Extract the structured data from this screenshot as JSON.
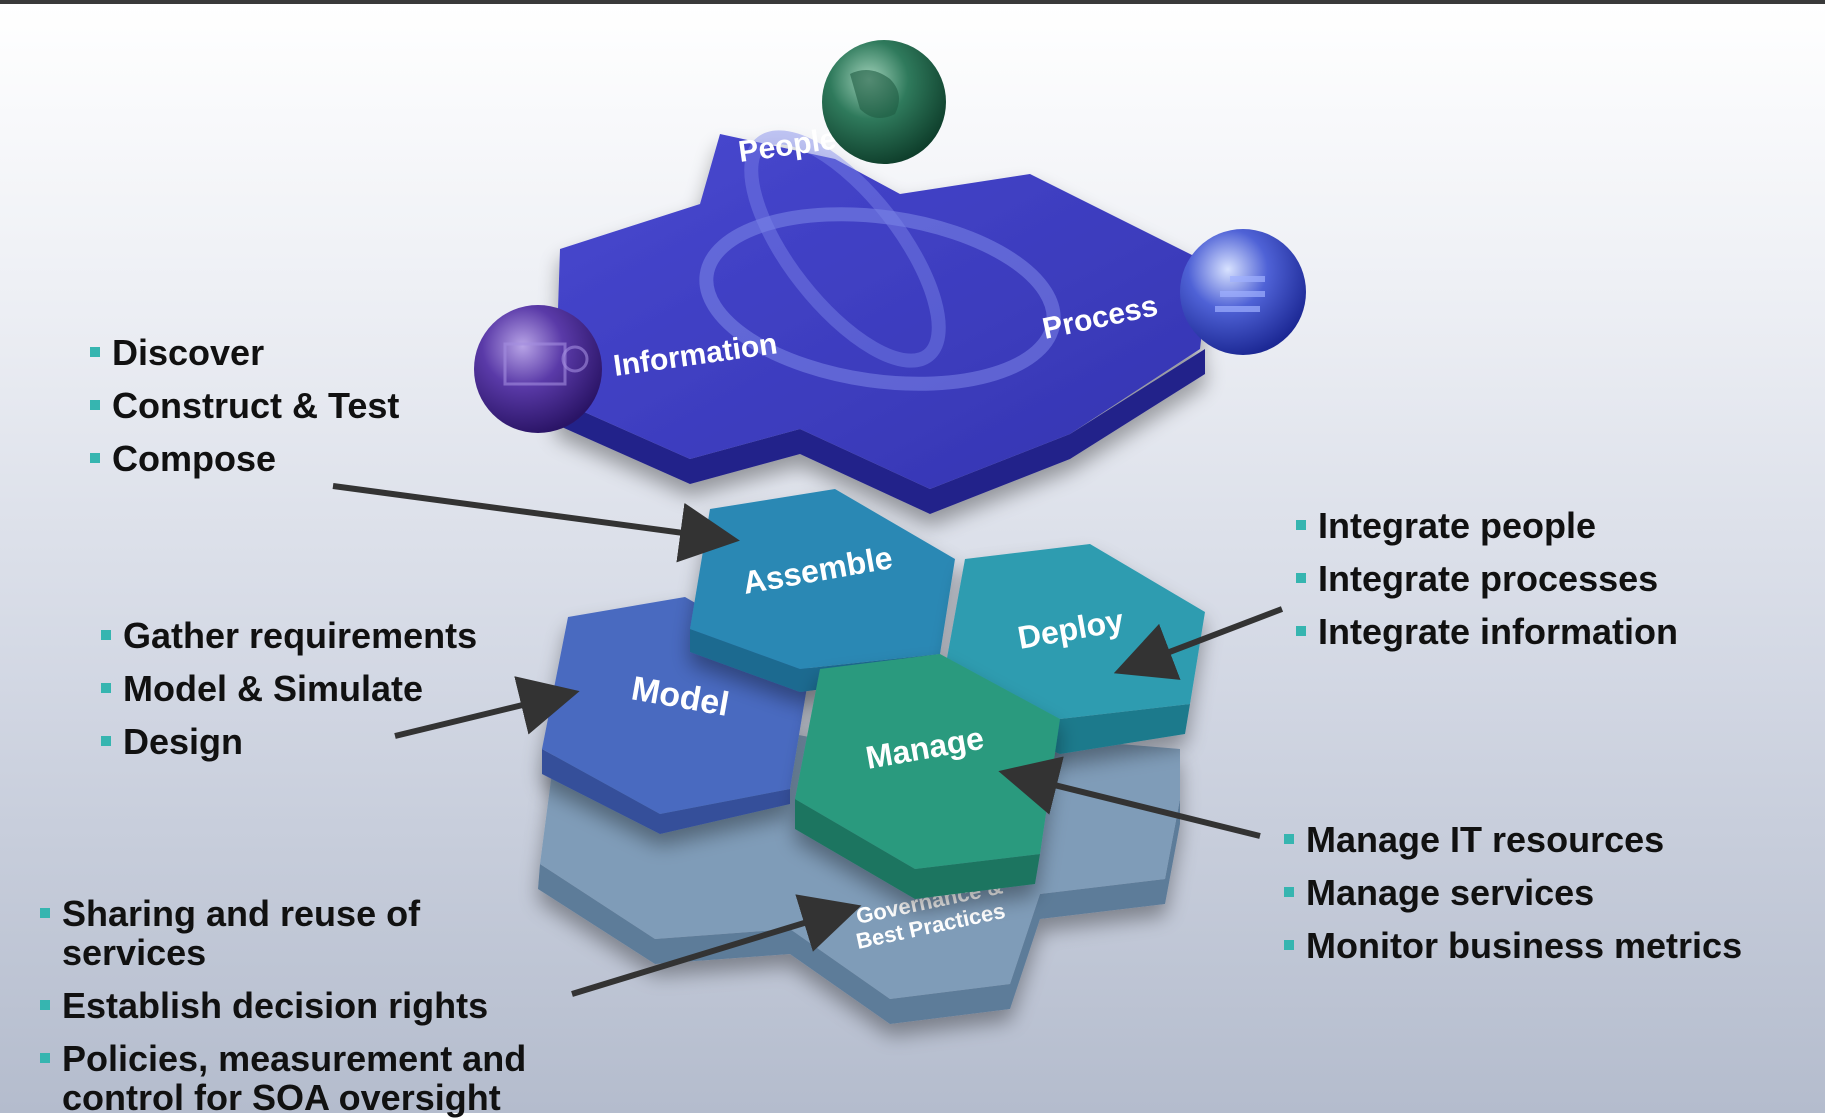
{
  "top_platform": {
    "labels": {
      "people": "People",
      "information": "Information",
      "process": "Process"
    }
  },
  "lifecycle": {
    "assemble": "Assemble",
    "deploy": "Deploy",
    "model": "Model",
    "manage": "Manage",
    "governance_line1": "Governance &",
    "governance_line2": "Best Practices"
  },
  "callouts": {
    "assemble": [
      "Discover",
      "Construct & Test",
      "Compose"
    ],
    "model": [
      "Gather requirements",
      "Model & Simulate",
      "Design"
    ],
    "deploy": [
      "Integrate people",
      "Integrate processes",
      "Integrate information"
    ],
    "manage": [
      "Manage IT resources",
      "Manage services",
      "Monitor business metrics"
    ],
    "governance": [
      "Sharing and reuse of services",
      "Establish decision rights",
      "Policies, measurement and control for SOA oversight"
    ]
  },
  "colors": {
    "bullet": "#36b5b0",
    "platform": "#3f3fc4",
    "assemble": "#2a88b4",
    "deploy": "#2d9cb0",
    "model": "#4a6bc0",
    "manage": "#2a9a7e",
    "governance": "#7f9cb8"
  }
}
